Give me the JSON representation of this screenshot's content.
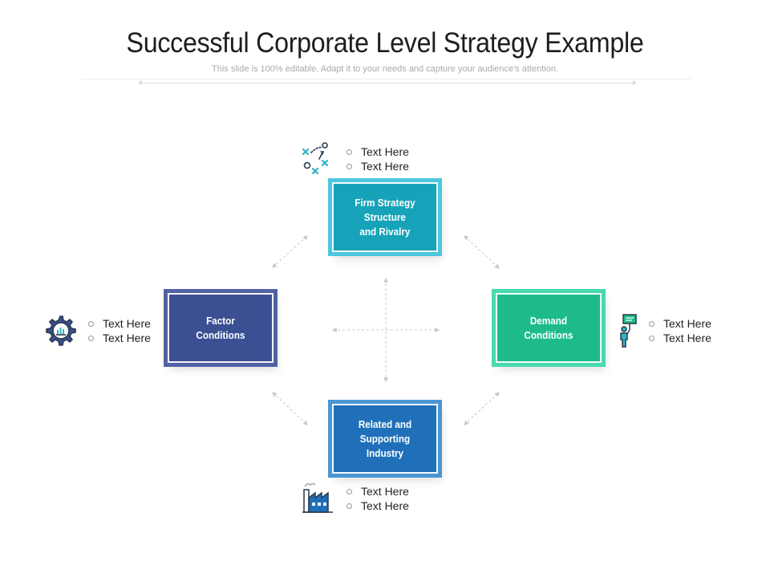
{
  "header": {
    "title": "Successful Corporate Level Strategy Example",
    "subtitle": "This slide is 100% editable. Adapt it to your needs and capture your audience's attention."
  },
  "nodes": {
    "top": {
      "label": "Firm Strategy\nStructure\nand Rivalry",
      "color": "#16a3b9",
      "border": "#4cc7dd",
      "icon": "strategy-play-icon",
      "bullets": [
        "Text Here",
        "Text Here"
      ]
    },
    "left": {
      "label": "Factor\nConditions",
      "color": "#3b4f93",
      "border": "#5163a4",
      "icon": "gear-chart-icon",
      "bullets": [
        "Text Here",
        "Text Here"
      ]
    },
    "right": {
      "label": "Demand\nConditions",
      "color": "#1dbb8a",
      "border": "#48d9b0",
      "icon": "person-sign-icon",
      "bullets": [
        "Text Here",
        "Text Here"
      ]
    },
    "bottom": {
      "label": "Related and\nSupporting Industry",
      "color": "#1f70b8",
      "border": "#4a96d4",
      "icon": "factory-icon",
      "bullets": [
        "Text Here",
        "Text Here"
      ]
    }
  },
  "colors": {
    "connector": "#c8c8c8",
    "icon_stroke": "#2a3a4a",
    "icon_accent": "#2fb3c6"
  }
}
